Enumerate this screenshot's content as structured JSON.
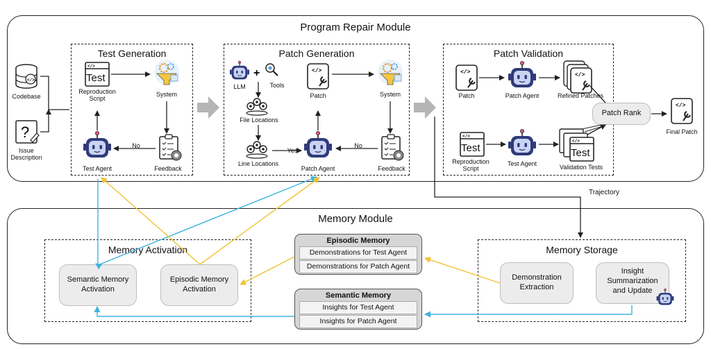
{
  "program_repair": {
    "title": "Program Repair Module",
    "test_generation": {
      "title": "Test Generation",
      "reproduction_script": "Reproduction\nScript",
      "system": "System",
      "feedback": "Feedback",
      "test_agent": "Test Agent",
      "no": "No",
      "test_doc_text": "Test"
    },
    "inputs": {
      "codebase": "Codebase",
      "issue_description": "Issue\nDescription"
    },
    "patch_generation": {
      "title": "Patch Generation",
      "llm": "LLM",
      "tools": "Tools",
      "file_locations": "File Locations",
      "line_locations": "Line Locations",
      "patch": "Patch",
      "system": "System",
      "feedback": "Feedback",
      "patch_agent": "Patch Agent",
      "no": "No",
      "yes": "Yes"
    },
    "patch_validation": {
      "title": "Patch Validation",
      "patch": "Patch",
      "patch_agent": "Patch Agent",
      "refined_patches": "Refined Patches",
      "patch_rank": "Patch Rank",
      "final_patch": "Final Patch",
      "reproduction_script": "Reproduction\nScript",
      "test_agent": "Test Agent",
      "validation_tests": "Validation Tests",
      "test_doc_text": "Test"
    },
    "trajectory": "Trajectory"
  },
  "memory": {
    "title": "Memory Module",
    "activation": {
      "title": "Memory Activation",
      "semantic": "Semantic Memory\nActivation",
      "episodic": "Episodic Memory\nActivation"
    },
    "episodic": {
      "title": "Episodic Memory",
      "items": [
        "Demonstrations for Test Agent",
        "Demonstrations for Patch Agent"
      ]
    },
    "semantic": {
      "title": "Semantic Memory",
      "items": [
        "Insights for Test Agent",
        "Insights for Patch Agent"
      ]
    },
    "storage": {
      "title": "Memory Storage",
      "demo_extraction": "Demonstration\nExtraction",
      "insight": "Insight\nSummarization\nand Update"
    }
  },
  "colors": {
    "blue_arrow": "#3db3dd",
    "yellow_arrow": "#f1c232",
    "robot_face": "#c9d3f2",
    "robot_eye": "#2f3b7a"
  }
}
